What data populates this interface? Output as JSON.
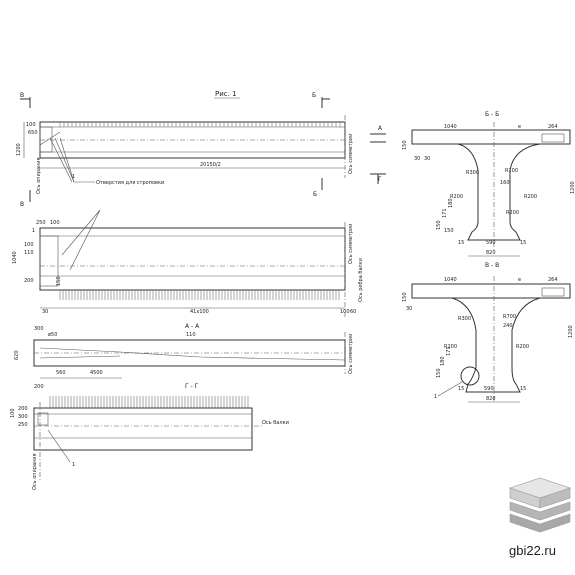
{
  "figure": {
    "caption": "Рис. 1",
    "watermark": "gbi22.ru",
    "section_marks": {
      "b": "Б",
      "v": "В",
      "a": "А",
      "g": "Г"
    }
  },
  "elevation": {
    "dims": [
      "1200",
      "100",
      "650",
      "20150/2"
    ],
    "note": "Отверстия для строповки",
    "axis_label": "Ось симметрии",
    "leader_1": "1",
    "support_label": "Ось опирания"
  },
  "plan_top": {
    "dims": [
      "250",
      "100",
      "1040",
      "100",
      "110",
      "150",
      "200",
      "30",
      "41х100",
      "100",
      "60"
    ],
    "leader_1": "1",
    "axis_label": "Ось симметрии",
    "rib_axis_label": "Ось ребра балки"
  },
  "section_aa": {
    "title": "А - А",
    "dims": [
      "300",
      "ø50",
      "620",
      "560",
      "4500",
      "110"
    ],
    "axis_label": "Ось симметрии"
  },
  "section_gg": {
    "title": "Г - Г",
    "dims": [
      "200",
      "100",
      "200",
      "300",
      "250"
    ],
    "beam_axis_label": "Ось балки",
    "support_label": "Ось опирания",
    "leader_1": "1"
  },
  "section_bb": {
    "title": "Б - Б",
    "dims": [
      "1040",
      "e",
      "264",
      "150",
      "30",
      "30",
      "R300",
      "R100",
      "160",
      "R200",
      "R200",
      "1200",
      "150",
      "171",
      "180",
      "150",
      "R200",
      "15",
      "590",
      "15",
      "820"
    ]
  },
  "section_vv": {
    "title": "В - В",
    "dims": [
      "1040",
      "e",
      "264",
      "150",
      "30",
      "R300",
      "R700",
      "240",
      "1200",
      "R200",
      "R200",
      "15",
      "590",
      "15",
      "820",
      "150",
      "180",
      "171",
      "1"
    ]
  }
}
